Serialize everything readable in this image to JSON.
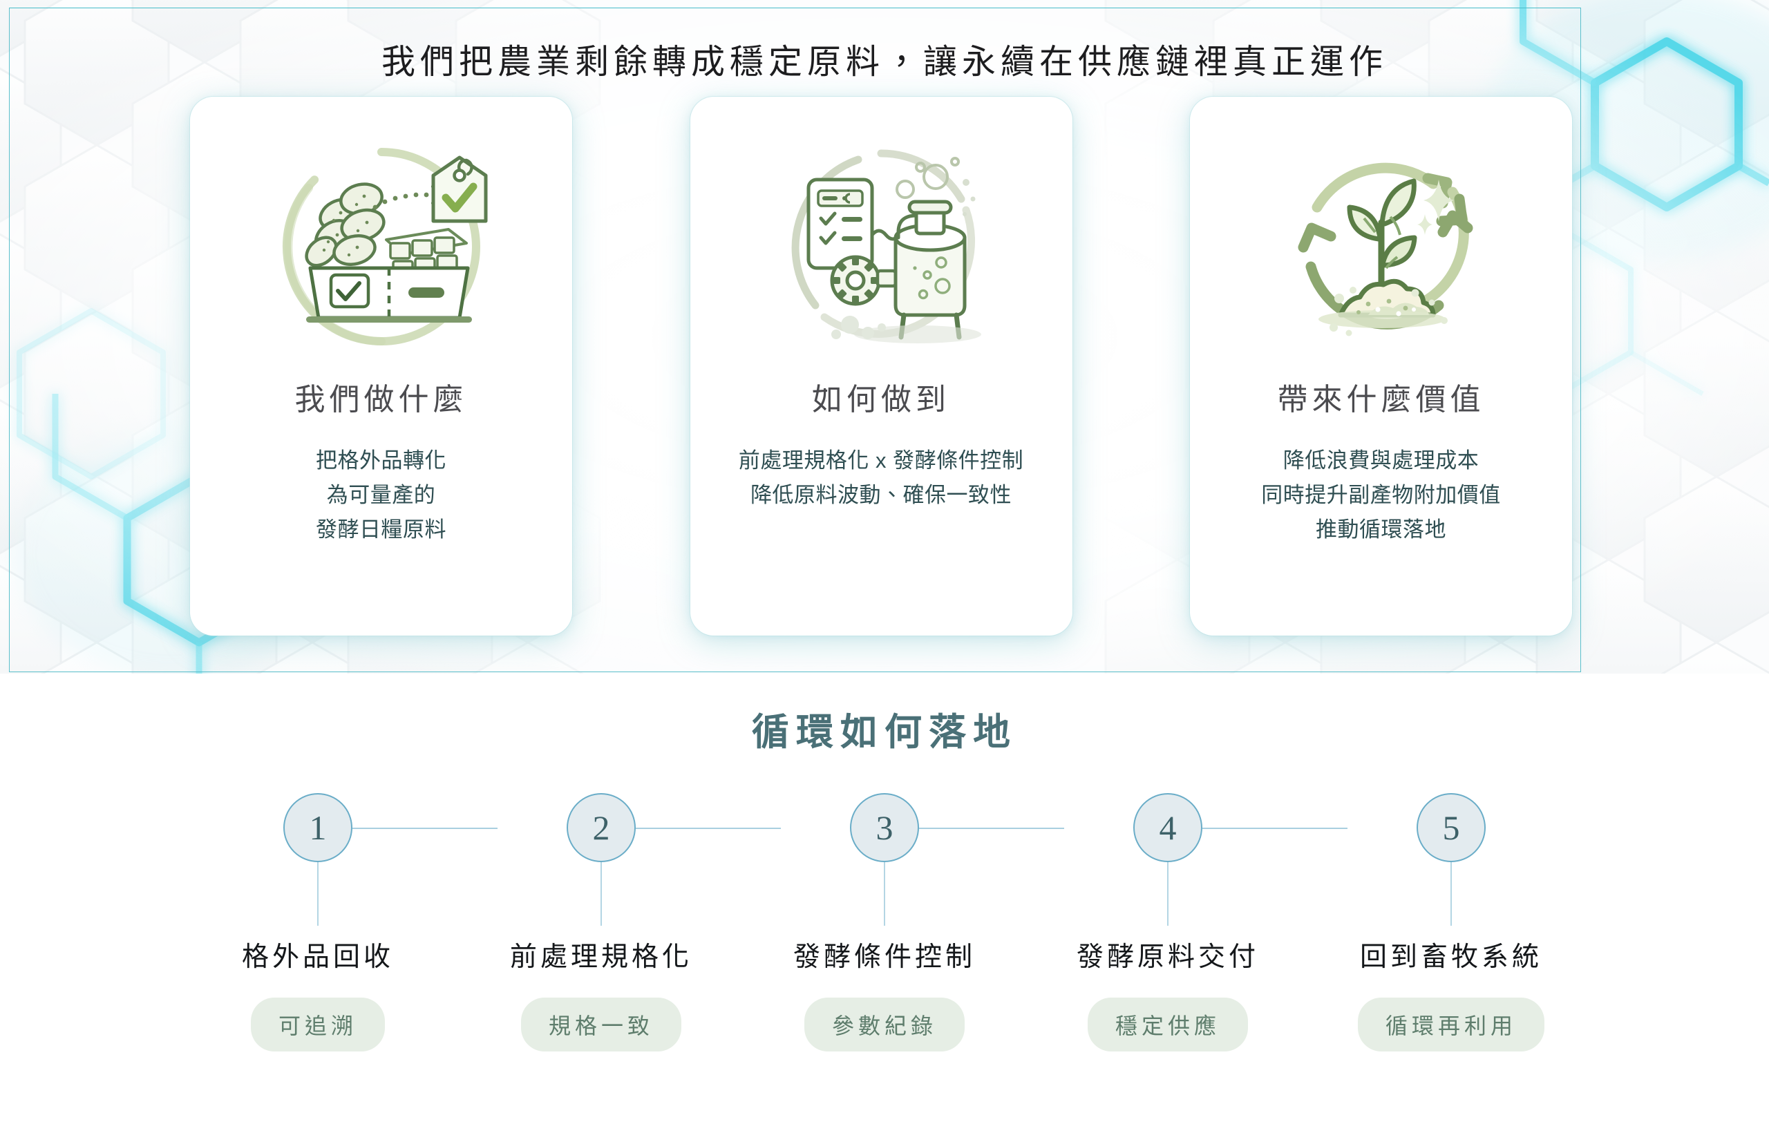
{
  "hero": {
    "headline": "我們把農業剩餘轉成穩定原料，讓永續在供應鏈裡真正運作",
    "frame_color": "#5bbfcb",
    "background_pattern": "honeycomb-hexagons",
    "pattern_accent_color": "#41d2e3"
  },
  "cards": [
    {
      "icon": "produce-crate-grading-icon",
      "title": "我們做什麼",
      "body_line1": "把格外品轉化",
      "body_line2": "為可量產的",
      "body_line3": "發酵日糧原料"
    },
    {
      "icon": "fermentation-tank-control-icon",
      "title": "如何做到",
      "body_line1": "前處理規格化 x 發酵條件控制",
      "body_line2": "降低原料波動、確保一致性",
      "body_line3": ""
    },
    {
      "icon": "sprout-recycle-loop-icon",
      "title": "帶來什麼價值",
      "body_line1": "降低浪費與處理成本",
      "body_line2": "同時提升副產物附加價值",
      "body_line3": "推動循環落地"
    }
  ],
  "flow": {
    "title": "循環如何落地",
    "accent_circle_border": "#6aadc8",
    "accent_circle_fill": "#e3ebef",
    "connector_color": "#a9cfe0",
    "chip_background": "#e6eee5",
    "chip_text_color": "#5e7d6c",
    "steps": [
      {
        "number": "1",
        "label": "格外品回收",
        "chip": "可追溯"
      },
      {
        "number": "2",
        "label": "前處理規格化",
        "chip": "規格一致"
      },
      {
        "number": "3",
        "label": "發酵條件控制",
        "chip": "參數紀錄"
      },
      {
        "number": "4",
        "label": "發酵原料交付",
        "chip": "穩定供應"
      },
      {
        "number": "5",
        "label": "回到畜牧系統",
        "chip": "循環再利用"
      }
    ]
  }
}
